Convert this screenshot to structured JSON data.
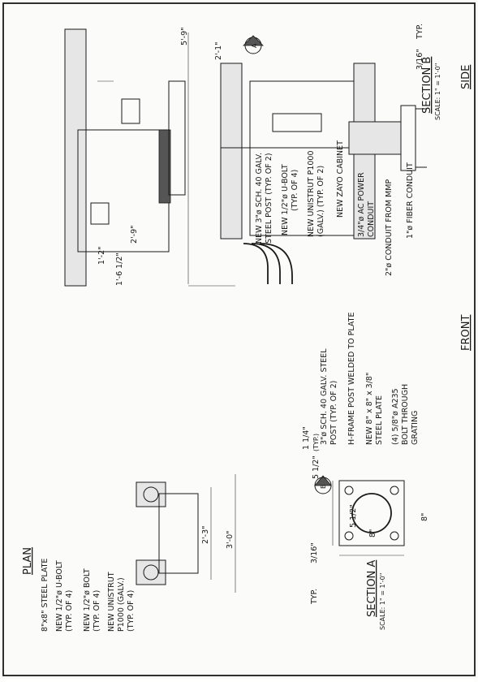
{
  "views": {
    "plan": "PLAN",
    "front": "FRONT",
    "side": "SIDE",
    "section_a": "SECTION A",
    "section_a_scale": "SCALE: 1\" = 1'-0\"",
    "section_b": "SECTION B",
    "section_b_scale": "SCALE: 1\" = 1'-0\""
  },
  "plan_labels": {
    "l1": "8\"x8\" STEEL PLATE",
    "l2a": "NEW 1/2\"ø U-BOLT",
    "l2b": "(TYP. OF 4)",
    "l3a": "NEW 1/2\"ø BOLT",
    "l3b": "(TYP. OF 4)",
    "l4a": "NEW UNISTRUT",
    "l4b": "P1000 (GALV.)",
    "l4c": "(TYP. OF 4)",
    "dim_inner": "2'-3\"",
    "dim_outer": "3'-0\""
  },
  "front_side_labels": {
    "l1a": "NEW 3\"ø SCH. 40 GALV.",
    "l1b": "STEEL POST (TYP. OF 2)",
    "l2a": "NEW 1/2\"ø U-BOLT",
    "l2b": "(TYP. OF 4)",
    "l3a": "NEW UNISTRUT P1000",
    "l3b": "(GALV.) (TYP. OF 2)",
    "l4": "NEW ZAYO CABINET",
    "l5a": "3/4\"ø AC POWER",
    "l5b": "CONDUIT",
    "l6": "2\"ø CONDUIT FROM MMP",
    "l7": "1\"ø FIBER CONDUIT",
    "dim_top": "1'-2\"",
    "dim_mid": "1'-6 1/2\"",
    "dim_bot": "2'-9\"",
    "dim_side_top": "5'-9\"",
    "dim_side_bot": "2'-1\"",
    "callout_a": "A"
  },
  "section_a_labels": {
    "l1a": "3\"ø SCH. 40 GALV. STEEL",
    "l1b": "POST (TYP. OF 2)",
    "l2": "H-FRAME POST WELDED TO PLATE",
    "l3a": "NEW 8\" x 8\" x 3/8\"",
    "l3b": "STEEL PLATE",
    "l4a": "(4) 5/8\"ø A235",
    "l4b": "BOLT THROUGH",
    "l4c": "GRATING",
    "dim_edge": "1 1/4\"",
    "dim_edge_b": "(TYP.)",
    "dim_half": "5 1/2\"",
    "dim_half2": "5 1/2\"",
    "dim_w": "8\"",
    "dim_h": "8\"",
    "weld": "3/16\"",
    "typ": "TYP.",
    "callout_b": "B"
  },
  "section_b_labels": {
    "weld": "3/16\"",
    "typ": "TYP."
  }
}
